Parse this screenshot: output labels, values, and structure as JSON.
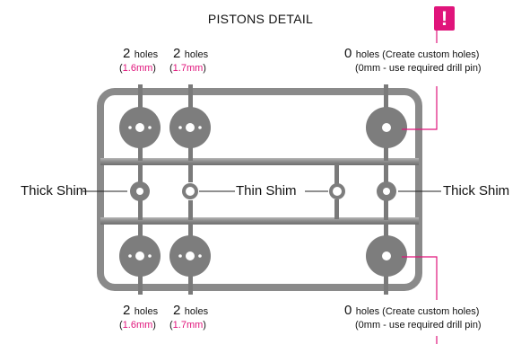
{
  "title": "PISTONS DETAIL",
  "callout_icon": "exclamation-icon",
  "colors": {
    "accent": "#e0147b",
    "sprue": "#8a8a8a",
    "piston": "#7d7d7d"
  },
  "top_labels": [
    {
      "count": "2",
      "unit": "holes",
      "size": "1.6mm"
    },
    {
      "count": "2",
      "unit": "holes",
      "size": "1.7mm"
    },
    {
      "count": "0",
      "unit": "holes (Create custom  holes)",
      "note": "(0mm - use required drill pin)"
    }
  ],
  "bottom_labels": [
    {
      "count": "2",
      "unit": "holes",
      "size": "1.6mm"
    },
    {
      "count": "2",
      "unit": "holes",
      "size": "1.7mm"
    },
    {
      "count": "0",
      "unit": "holes (Create custom  holes)",
      "note": "(0mm - use required drill pin)"
    }
  ],
  "shim_labels": {
    "left": "Thick Shim",
    "center": "Thin Shim",
    "right": "Thick Shim"
  }
}
